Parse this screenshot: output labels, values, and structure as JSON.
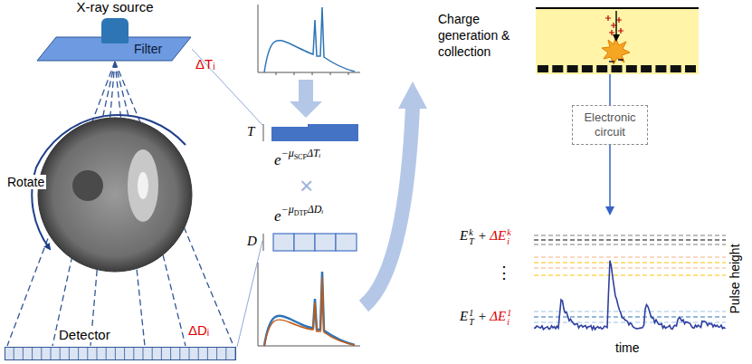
{
  "diagram": {
    "nodes": [
      {
        "text": [
          "X-ray source"
        ]
      },
      {
        "text": [
          "Filter"
        ]
      },
      {
        "text": [
          "Detector"
        ]
      },
      {
        "text": [
          "Charge generation & collection"
        ]
      },
      {
        "text": [
          "Electronic circuit"
        ]
      },
      {
        "text": [
          "Pulse height",
          "time"
        ]
      }
    ],
    "edges": [
      {
        "from": 3,
        "to": 4,
        "arrow": "none"
      },
      {
        "from": 4,
        "to": 5,
        "arrow": "to"
      }
    ],
    "labels": [
      "ΔTᵢ",
      "ΔDᵢ",
      "Rotate",
      "T",
      "D",
      "e",
      "−μ",
      "SCF",
      "ΔTᵢ",
      "×",
      "e",
      "−μ",
      "DTF",
      "ΔDᵢ",
      "E",
      "T",
      "k",
      "+",
      "ΔE",
      "i",
      "k",
      "⋮",
      "E",
      "T",
      "1",
      "+",
      "ΔE",
      "i",
      "1"
    ]
  }
}
